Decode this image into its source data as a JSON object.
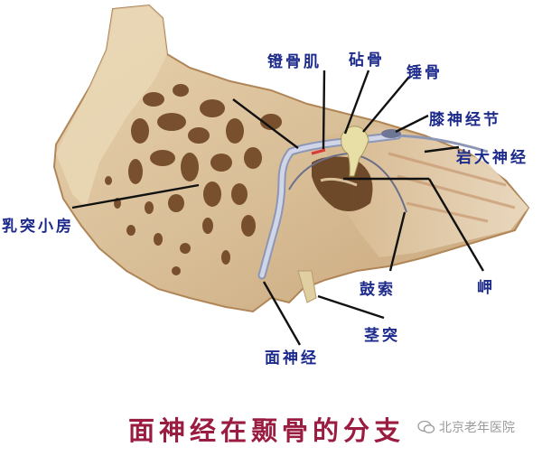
{
  "figure": {
    "title": "面神经在颞骨的分支",
    "watermark": "北京老年医院",
    "colors": {
      "label": "#1c2a8c",
      "title": "#9a1c40",
      "bone": "#dcc3a0",
      "bone_dark": "#7a4a28",
      "nerve": "#b8bfd6",
      "leader_line": "#111111"
    }
  },
  "labels": {
    "stapedius": "镫骨肌",
    "incus": "砧骨",
    "malleus": "锤骨",
    "geniculate_ganglion": "膝神经节",
    "greater_petrosal_nerve": "岩大神经",
    "mastoid_cells": "乳突小房",
    "chorda_tympani": "鼓索",
    "promontory": "岬",
    "styloid_process": "茎突",
    "facial_nerve": "面神经"
  }
}
